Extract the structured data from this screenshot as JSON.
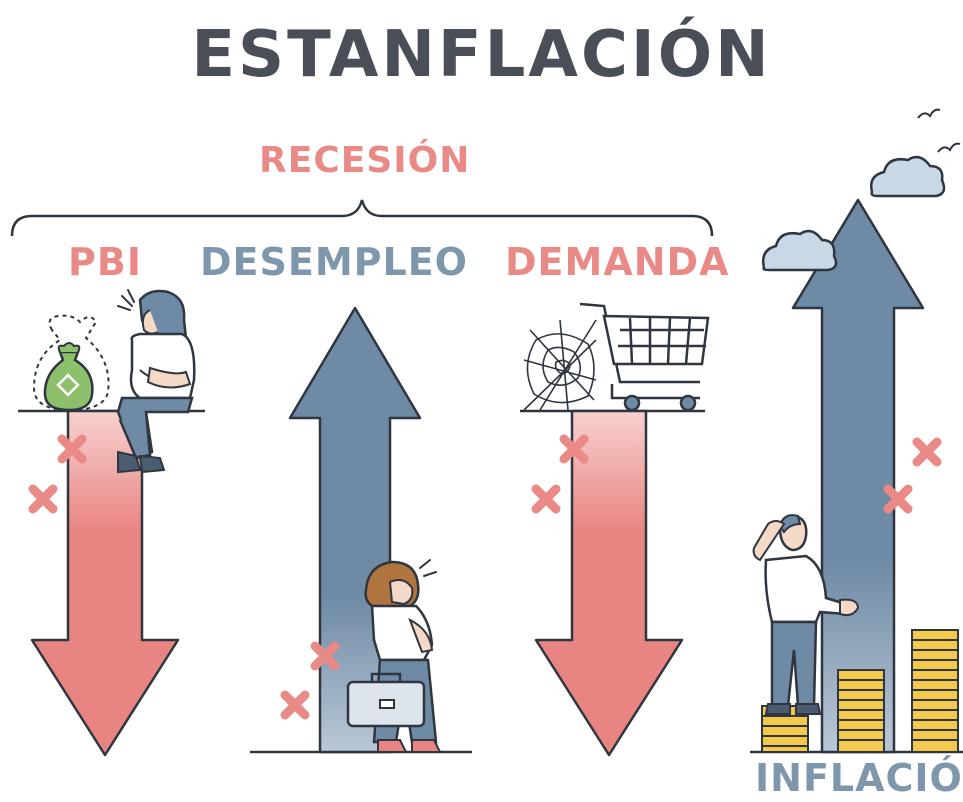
{
  "title": "ESTANFLACIÓN",
  "recession_label": "RECESIÓN",
  "indicators": {
    "pbi": "PBI",
    "desempleo": "DESEMPLEO",
    "demanda": "DEMANDA",
    "inflacion": "INFLACIÓN"
  },
  "colors": {
    "title": "#4a4f57",
    "red": "#e98a86",
    "blue": "#7f97ad",
    "arrow_blue": "#6f8aa5",
    "arrow_red": "#e88582",
    "coin": "#f2c94c",
    "outline": "#2f3640"
  },
  "icons": [
    "money-bag-icon",
    "cart-icon",
    "spiderweb-icon",
    "cloud-icon",
    "bird-icon",
    "briefcase-icon",
    "coin-stack-icon",
    "x-mark-icon"
  ]
}
